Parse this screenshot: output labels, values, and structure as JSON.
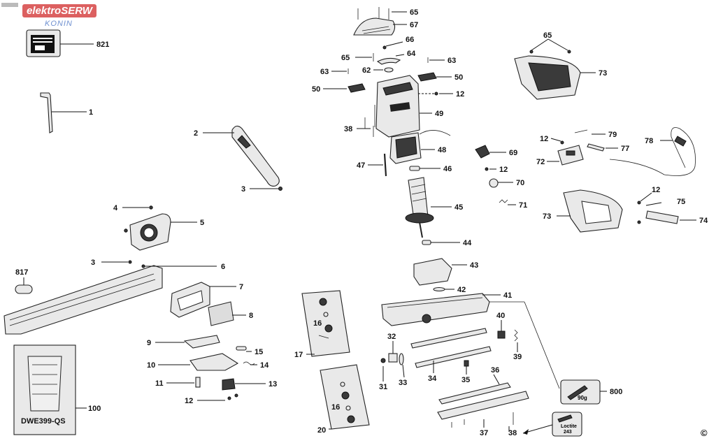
{
  "watermark": {
    "brand": "elektroSERW",
    "city": "KONIN"
  },
  "kit_label": "DWE399-QS",
  "loctite": {
    "line1": "Loctite",
    "line2": "243"
  },
  "grease": "90g",
  "copyright": "©",
  "callouts": {
    "c821": "821",
    "c1": "1",
    "c2": "2",
    "c3a": "3",
    "c3b": "3",
    "c4": "4",
    "c5": "5",
    "c6": "6",
    "c7": "7",
    "c8": "8",
    "c9": "9",
    "c10": "10",
    "c11": "11",
    "c12a": "12",
    "c13": "13",
    "c14": "14",
    "c15": "15",
    "c16a": "16",
    "c16b": "16",
    "c17": "17",
    "c20": "20",
    "c31": "31",
    "c32": "32",
    "c33": "33",
    "c34": "34",
    "c35": "35",
    "c36": "36",
    "c37": "37",
    "c38a": "38",
    "c38b": "38",
    "c39": "39",
    "c40": "40",
    "c41": "41",
    "c42": "42",
    "c43": "43",
    "c44": "44",
    "c45": "45",
    "c46": "46",
    "c47": "47",
    "c48": "48",
    "c49": "49",
    "c50a": "50",
    "c50b": "50",
    "c12b": "12",
    "c62": "62",
    "c63a": "63",
    "c63b": "63",
    "c64": "64",
    "c65a": "65",
    "c65b": "65",
    "c65c": "65",
    "c66": "66",
    "c67": "67",
    "c69": "69",
    "c12c": "12",
    "c70": "70",
    "c71": "71",
    "c12d": "12",
    "c72": "72",
    "c79": "79",
    "c77": "77",
    "c78": "78",
    "c73a": "73",
    "c73b": "73",
    "c12e": "12",
    "c75": "75",
    "c74": "74",
    "c800": "800",
    "c817": "817",
    "c100": "100"
  }
}
